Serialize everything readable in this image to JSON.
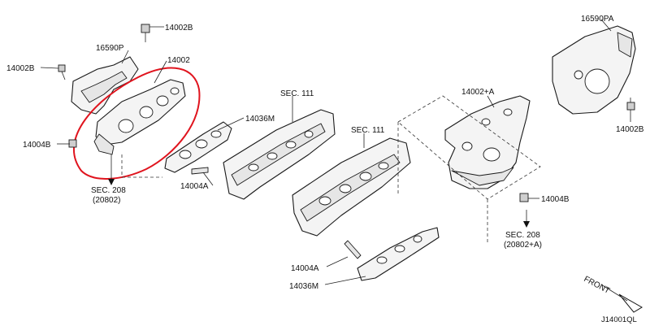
{
  "labels": {
    "l_14002b_top": "14002B",
    "l_16590p": "16590P",
    "l_14002b_left": "14002B",
    "l_14002": "14002",
    "l_14004b_left": "14004B",
    "l_14036m_top": "14036M",
    "l_sec208_left": "SEC. 208",
    "l_20802": "(20802)",
    "l_14004a_mid": "14004A",
    "l_sec111_a": "SEC. 111",
    "l_sec111_b": "SEC. 111",
    "l_14002a": "14002+A",
    "l_16590pa": "16590PA",
    "l_14002b_right": "14002B",
    "l_14004b_right": "14004B",
    "l_sec208_right": "SEC. 208",
    "l_20802a": "(20802+A)",
    "l_14004a_bot": "14004A",
    "l_14036m_bot": "14036M",
    "l_front": "FRONT",
    "l_code": "J14001QL"
  },
  "colors": {
    "highlight": "#e0141e",
    "line": "#222222"
  }
}
